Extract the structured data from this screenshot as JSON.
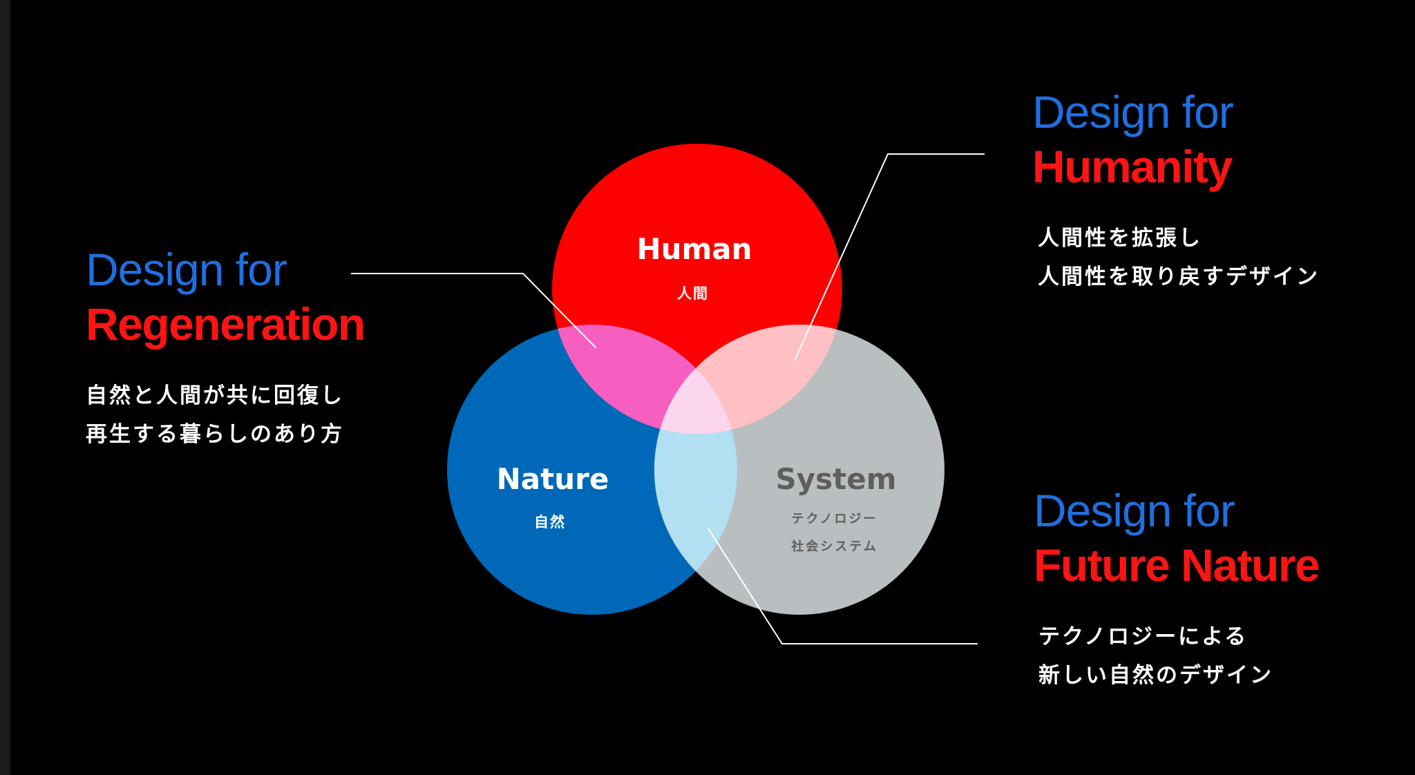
{
  "colors": {
    "background": "#000000",
    "blue_text": "#1f6fe0",
    "red_text": "#ff1414",
    "human_circle": "#ff0000",
    "nature_circle": "#0068b8",
    "system_circle": "#b9bec0",
    "leader_line": "#ffffff"
  },
  "circles": {
    "human": {
      "title": "Human",
      "subtitle": "人間"
    },
    "nature": {
      "title": "Nature",
      "subtitle": "自然"
    },
    "system": {
      "title": "System",
      "subtitle_line1": "テクノロジー",
      "subtitle_line2": "社会システム"
    }
  },
  "sections": {
    "regeneration": {
      "prefix": "Design for",
      "topic": "Regeneration",
      "desc_line1": "自然と人間が共に回復し",
      "desc_line2": "再生する暮らしのあり方"
    },
    "humanity": {
      "prefix": "Design for",
      "topic": "Humanity",
      "desc_line1": "人間性を拡張し",
      "desc_line2": "人間性を取り戻すデザイン"
    },
    "future_nature": {
      "prefix": "Design for",
      "topic": "Future Nature",
      "desc_line1": "テクノロジーによる",
      "desc_line2": "新しい自然のデザイン"
    }
  }
}
